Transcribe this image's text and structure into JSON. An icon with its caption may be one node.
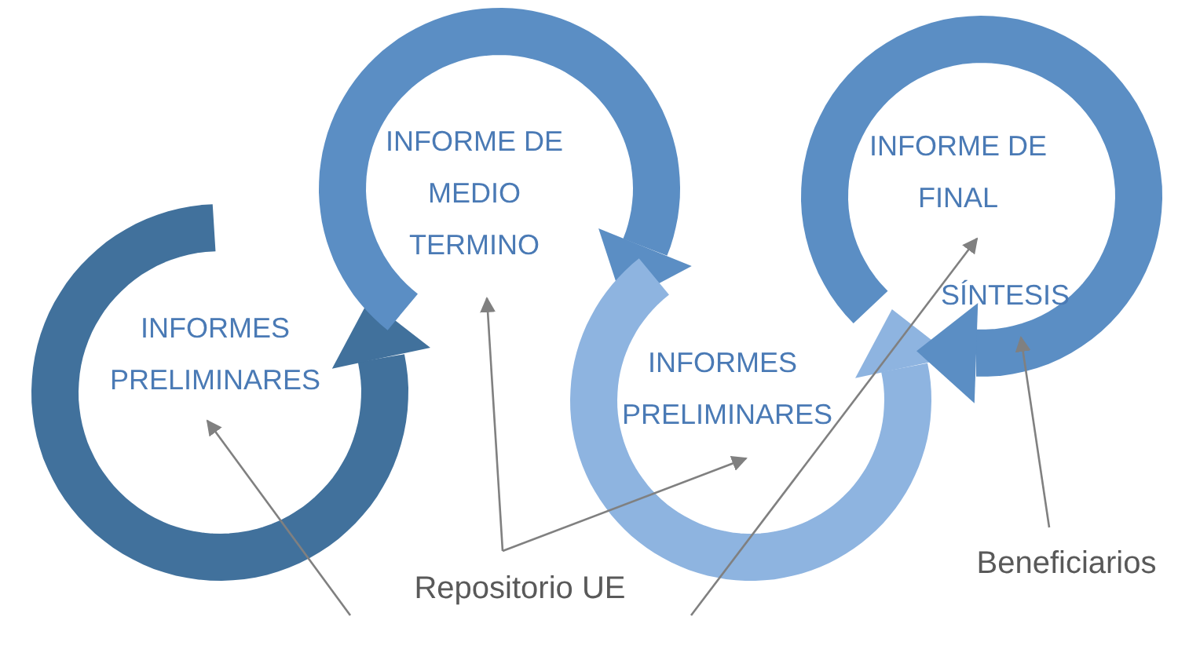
{
  "diagram": {
    "nodes": [
      {
        "text": [
          "INFORMES PRELIMINARES"
        ]
      },
      {
        "text": [
          "INFORME DE MEDIO TERMINO"
        ]
      },
      {
        "text": [
          "INFORMES PRELIMINARES"
        ]
      },
      {
        "text": [
          "INFORME DE FINAL",
          "SÍNTESIS"
        ]
      },
      {
        "text": [
          "Repositorio UE"
        ]
      },
      {
        "text": [
          "Beneficiarios"
        ]
      }
    ],
    "edges": [
      {
        "from": 4,
        "to": 0,
        "arrow": "to"
      },
      {
        "from": 4,
        "to": 1,
        "arrow": "to"
      },
      {
        "from": 4,
        "to": 2,
        "arrow": "to"
      },
      {
        "from": 4,
        "to": 3,
        "arrow": "to"
      },
      {
        "from": 5,
        "to": 3,
        "arrow": "to"
      }
    ]
  }
}
